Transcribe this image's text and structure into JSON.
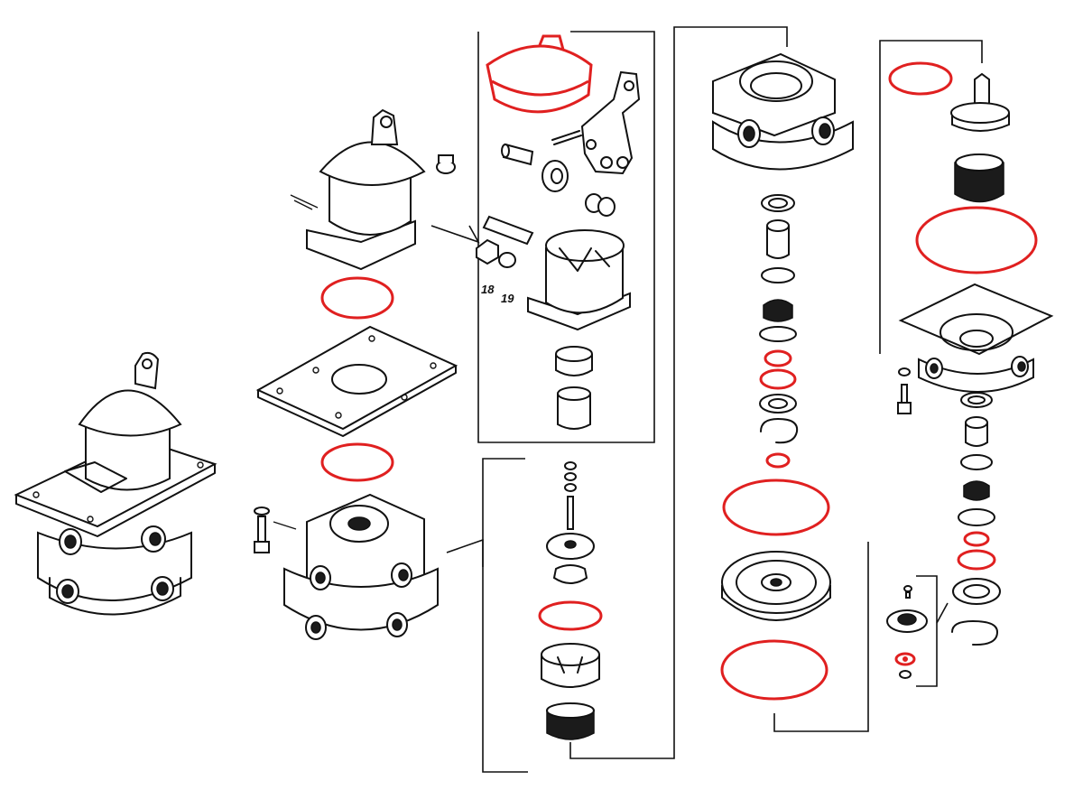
{
  "diagram": {
    "seal_color": "#e02020",
    "ink_color": "#111111",
    "callouts": [
      {
        "id": "callout-18",
        "text": "18"
      },
      {
        "id": "callout-19",
        "text": "19"
      }
    ]
  }
}
